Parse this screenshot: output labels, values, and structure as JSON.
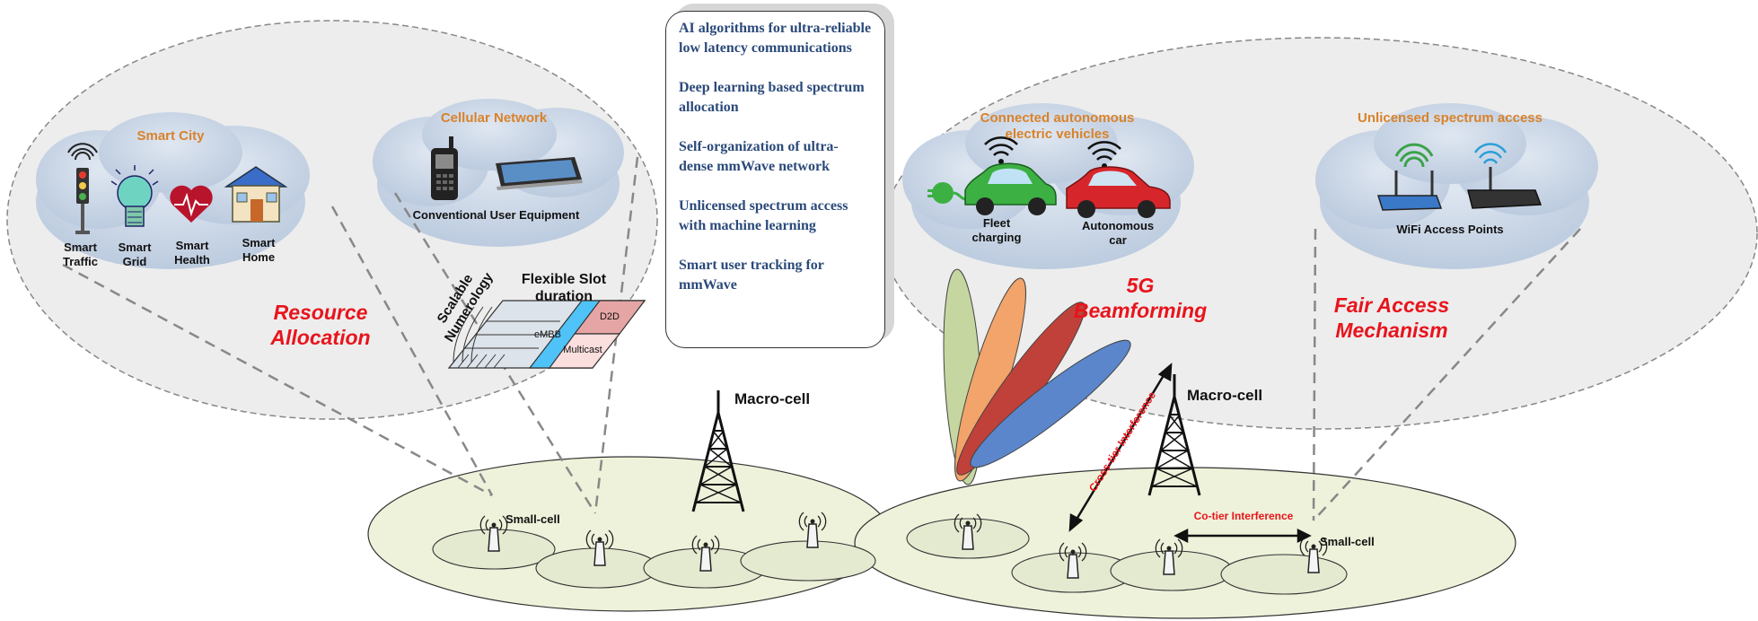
{
  "left_panel": {
    "title": "Resource Allocation",
    "smart_city": {
      "title": "Smart City",
      "items": [
        "Smart Traffic",
        "Smart Grid",
        "Smart Health",
        "Smart Home"
      ]
    },
    "cellular": {
      "title": "Cellular Network",
      "caption": "Conventional User Equipment"
    },
    "numerology": {
      "scalable_label": "Scalable Numerology",
      "slot_label": "Flexible Slot duration",
      "cells": [
        "eMBB",
        "D2D",
        "Multicast"
      ]
    }
  },
  "ai_box": {
    "items": [
      "AI algorithms for ultra-reliable low latency communications",
      "Deep learning based spectrum allocation",
      "Self-organization of ultra-dense mmWave network",
      "Unlicensed spectrum access with machine learning",
      "Smart user tracking for mmWave"
    ]
  },
  "right_panel": {
    "ev": {
      "title": "Connected autonomous electric vehicles",
      "items": [
        "Fleet charging",
        "Autonomous car"
      ]
    },
    "unlicensed": {
      "title": "Unlicensed spectrum access",
      "caption": "WiFi Access Points"
    },
    "beamforming": "5G Beamforming",
    "fair_access": "Fair Access Mechanism"
  },
  "network": {
    "macro_cell": "Macro-cell",
    "small_cell": "Small-cell",
    "cross_tier": "Cross-tier Interference",
    "co_tier": "Co-tier Interference"
  },
  "colors": {
    "cloud": "#c7d5e6",
    "panel": "#ededed",
    "ground": "#eef2da",
    "accent_red": "#e8141c",
    "title_orange": "#d9822b",
    "ai_text": "#2b4a7a",
    "beam_green": "#c5d6a0",
    "beam_orange": "#f2a46a",
    "beam_red": "#c0413a",
    "beam_blue": "#5b86cc"
  }
}
